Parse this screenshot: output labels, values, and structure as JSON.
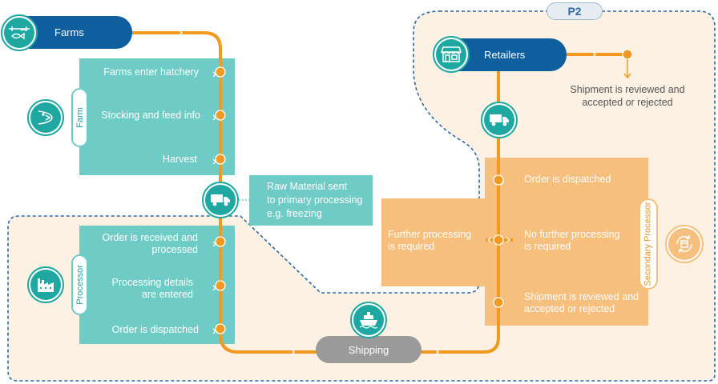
{
  "colors": {
    "teal": "#6fcbc6",
    "teal_dark": "#1fa7a1",
    "blue": "#0f5f9e",
    "orange": "#f29a1f",
    "orange_light": "#f6bf7e",
    "peach": "#fdf1e4",
    "grey": "#9a9a9a",
    "dashed": "#2b6aa8"
  },
  "region_p2": {
    "label": "P2"
  },
  "farms": {
    "label": "Farms",
    "icon": "fish-icon"
  },
  "farm_section": {
    "tab_label": "Farm",
    "icon": "fish-head-icon",
    "steps": [
      "Farms enter hatchery",
      "Stocking and feed info",
      "Harvest"
    ]
  },
  "raw_material": {
    "text_line1": "Raw Material sent",
    "text_line2": "to primary processing",
    "text_line3": "e.g. freezing",
    "icon": "truck-icon"
  },
  "processor_section": {
    "tab_label": "Processor",
    "icon": "factory-icon",
    "steps": [
      {
        "line1": "Order is received and",
        "line2": "processed"
      },
      {
        "line1": "Processing details",
        "line2": "are entered"
      },
      {
        "line1": "Order is dispatched",
        "line2": ""
      }
    ]
  },
  "shipping": {
    "label": "Shipping",
    "icon": "ship-icon"
  },
  "secondary_section": {
    "tab_label": "Secondary Processor",
    "icon": "box-cycle-icon",
    "steps": [
      {
        "line1": "Order is dispatched",
        "line2": ""
      },
      {
        "line1": "No further processing",
        "line2": "is required"
      },
      {
        "line1": "Shipment is reviewed and",
        "line2": "accepted or rejected"
      }
    ]
  },
  "further_processing": {
    "line1": "Further processing",
    "line2": "is required"
  },
  "retailers": {
    "label": "Retailers",
    "icon": "store-icon"
  },
  "retailer_truck": {
    "icon": "truck-icon"
  },
  "retail_review": {
    "line1": "Shipment is reviewed and",
    "line2": "accepted or rejected"
  }
}
